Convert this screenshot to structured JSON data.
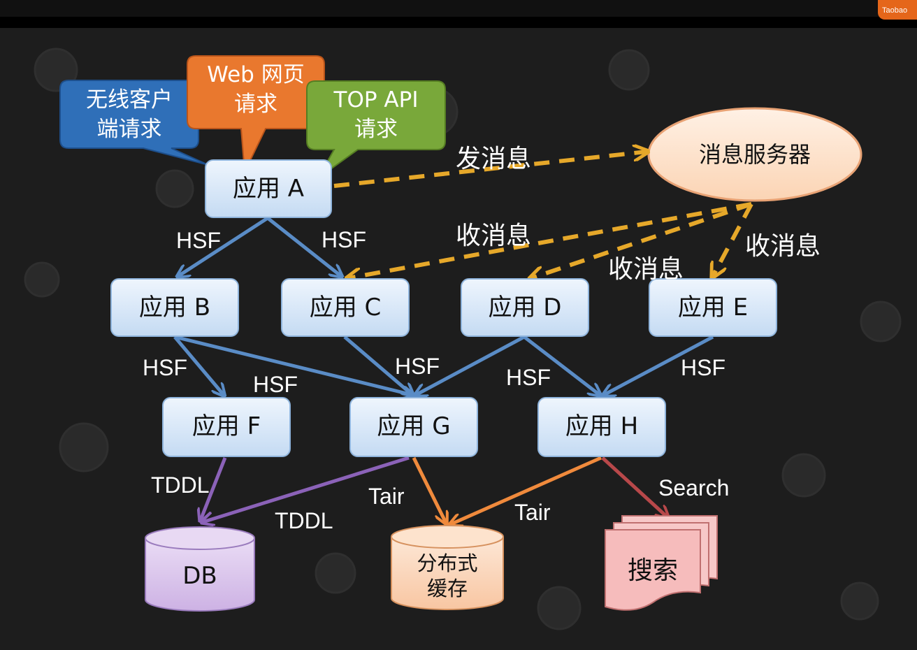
{
  "logo": {
    "text": "Taobao"
  },
  "bubbles": {
    "wireless": {
      "line1": "无线客户",
      "line2": "端请求",
      "color": "#2f6fb8"
    },
    "web": {
      "line1": "Web 网页",
      "line2": "请求",
      "color": "#e9782e"
    },
    "top_api": {
      "line1": "TOP API",
      "line2": "请求",
      "color": "#79a83a"
    }
  },
  "apps": {
    "a": "应用 A",
    "b": "应用 B",
    "c": "应用 C",
    "d": "应用 D",
    "e": "应用 E",
    "f": "应用 F",
    "g": "应用 G",
    "h": "应用 H"
  },
  "message_server": "消息服务器",
  "stores": {
    "db": "DB",
    "cache_line1": "分布式",
    "cache_line2": "缓存",
    "search": "搜索"
  },
  "edge_labels": {
    "send_msg": "发消息",
    "recv_msg_c": "收消息",
    "recv_msg_d": "收消息",
    "recv_msg_e": "收消息",
    "hsf_ab": "HSF",
    "hsf_ac": "HSF",
    "hsf_bf": "HSF",
    "hsf_bg": "HSF",
    "hsf_cg": "HSF",
    "hsf_dh": "HSF",
    "hsf_eh": "HSF",
    "tddl_f": "TDDL",
    "tddl_g": "TDDL",
    "tair_g": "Tair",
    "tair_h": "Tair",
    "search_h": "Search"
  },
  "colors": {
    "hsf_arrow": "#5a8cc6",
    "message_arrow": "#e6a82a",
    "tddl_arrow": "#8b62b8",
    "tair_arrow": "#f08a3c",
    "search_arrow": "#b8484a",
    "app_fill": "#d7e6f7",
    "message_server_fill": "#fde3cd",
    "db_fill": "#dcc6ec",
    "cache_fill": "#fcd8bf",
    "search_fill": "#f7c8c8"
  }
}
